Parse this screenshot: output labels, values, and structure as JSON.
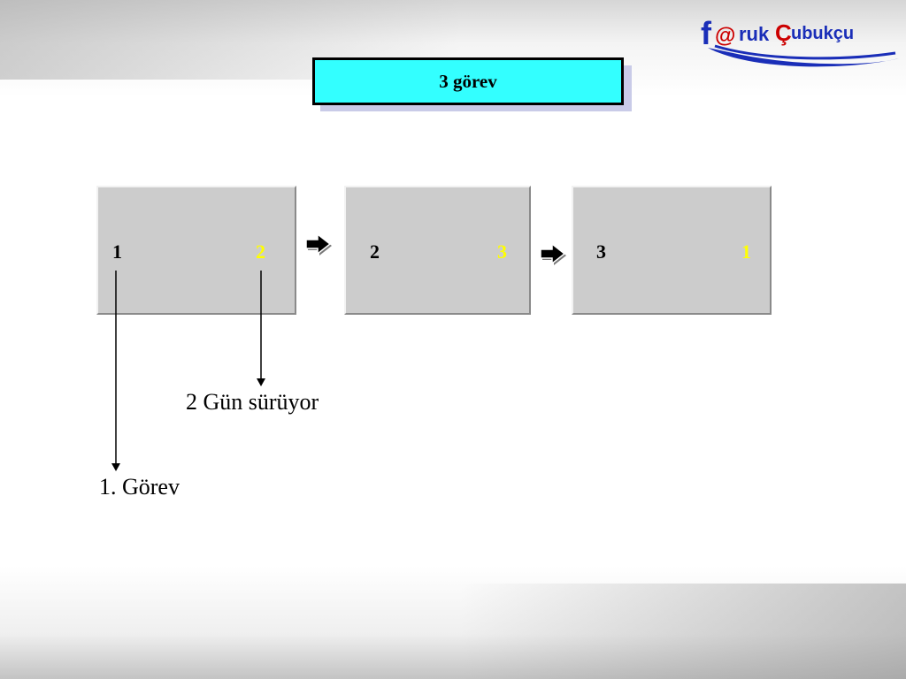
{
  "title": "3 görev",
  "tasks": [
    {
      "left": "1",
      "right": "2"
    },
    {
      "left": "2",
      "right": "3"
    },
    {
      "left": "3",
      "right": "1"
    }
  ],
  "annotations": {
    "duration": "2 Gün sürüyor",
    "first_task": "1. Görev"
  },
  "logo": {
    "text": "f@rukÇubukçu"
  },
  "colors": {
    "title_fill": "#33ffff",
    "box_fill": "#cccccc",
    "highlight_number": "#ffff00",
    "logo_blue": "#1a2eb8",
    "logo_red": "#cc0000"
  },
  "icons": [
    "arrow-right-icon",
    "arrow-right-icon"
  ]
}
